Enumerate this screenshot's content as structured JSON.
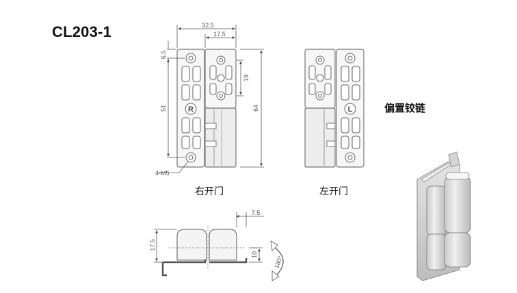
{
  "model": "CL203-1",
  "product_name": "偏置铰链",
  "captions": {
    "right_open": "右开门",
    "left_open": "左开门"
  },
  "dimensions": {
    "width_total": "32.5",
    "width_leaf": "17.5",
    "top_offset": "6.5",
    "hole_pitch": "51",
    "height_total": "64",
    "mid_pitch": "19",
    "screw_spec": "4-M5",
    "offset_right": "7.5",
    "side_height": "17.5",
    "side_small": "10",
    "rotation": "180°"
  },
  "markers": {
    "right": "R",
    "left": "L"
  }
}
